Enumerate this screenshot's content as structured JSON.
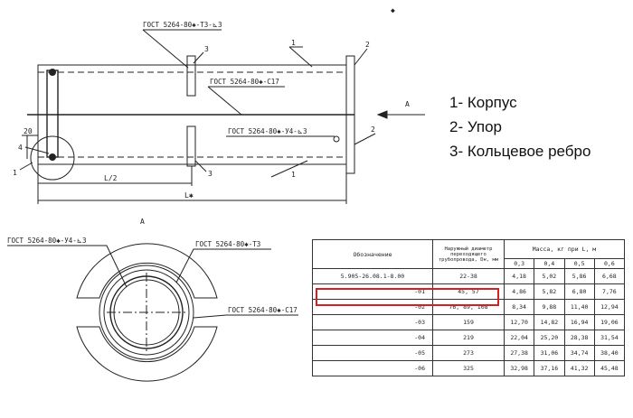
{
  "corner_mark": "◆",
  "top_view": {
    "leader_top": "ГОСТ 5264-80✱-Т3-⊾3",
    "leader_mid": "ГОСТ 5264-80✱-С17",
    "leader_low": "ГОСТ 5264-80✱-У4-⊾3",
    "pos_1_top": "1",
    "pos_2_top": "2",
    "pos_3_top": "3",
    "pos_2_bottom": "2",
    "pos_3_bottom": "3",
    "pos_1_bottom": "1",
    "pos_4": "4",
    "pos_1_left": "1",
    "dim_20": "20",
    "dim_half": "L/2",
    "dim_total": "L✱",
    "view_arrow": "A"
  },
  "section_view": {
    "title": "A",
    "leader_u4": "ГОСТ 5264-80✱-У4-⊾3",
    "leader_t3": "ГОСТ 5264-80✱-Т3",
    "leader_c17": "ГОСТ 5264-80✱-С17"
  },
  "legend": [
    "1- Корпус",
    "2- Упор",
    "3- Кольцевое ребро"
  ],
  "table": {
    "head_designation": "Обозначение",
    "head_diameter": "Наружный диаметр переходящего трубопровода, Dн, мм",
    "head_mass": "Масса, кг при L, м",
    "mass_lengths": [
      "0,3",
      "0,4",
      "0,5",
      "0,6"
    ],
    "rows": [
      {
        "designation": "5.905-26.08.1-8.00",
        "diameter": "22-38",
        "mass": [
          "4,18",
          "5,02",
          "5,86",
          "6,68"
        ]
      },
      {
        "designation": "-01",
        "diameter": "45, 57",
        "mass": [
          "4,86",
          "5,82",
          "6,80",
          "7,76"
        ]
      },
      {
        "designation": "-02",
        "diameter": "76, 89, 108",
        "mass": [
          "8,34",
          "9,88",
          "11,40",
          "12,94"
        ]
      },
      {
        "designation": "-03",
        "diameter": "159",
        "mass": [
          "12,70",
          "14,82",
          "16,94",
          "19,06"
        ]
      },
      {
        "designation": "-04",
        "diameter": "219",
        "mass": [
          "22,04",
          "25,20",
          "28,38",
          "31,54"
        ]
      },
      {
        "designation": "-05",
        "diameter": "273",
        "mass": [
          "27,38",
          "31,06",
          "34,74",
          "38,40"
        ]
      },
      {
        "designation": "-06",
        "diameter": "325",
        "mass": [
          "32,98",
          "37,16",
          "41,32",
          "45,48"
        ]
      }
    ],
    "highlight_color": "#d32020"
  }
}
